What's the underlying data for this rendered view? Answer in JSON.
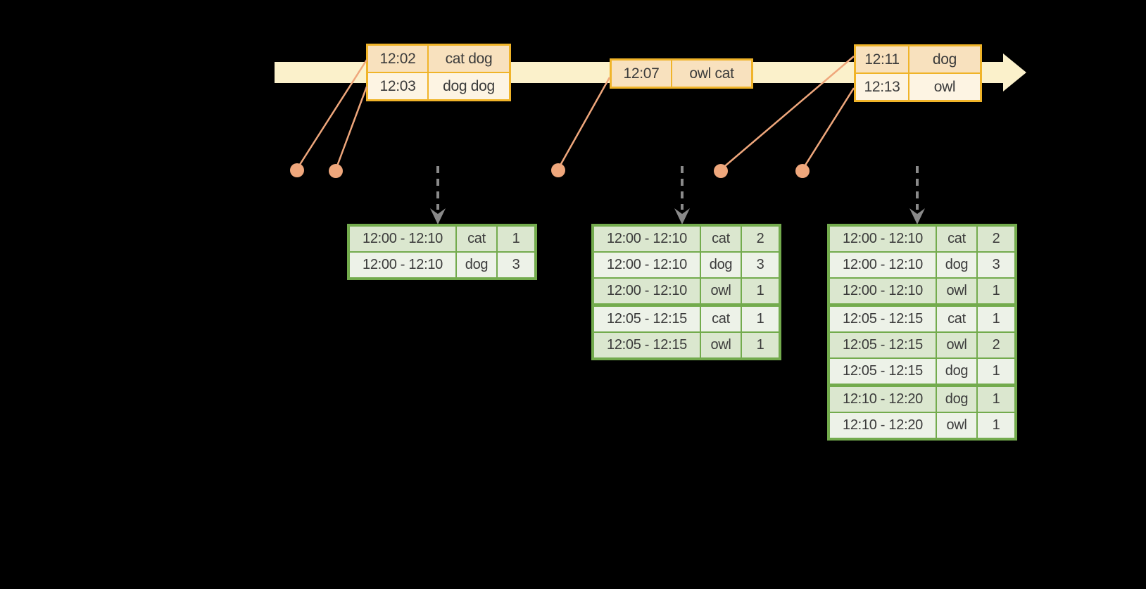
{
  "colors": {
    "background": "#000000",
    "timeline_fill": "#fbf1cb",
    "event_border": "#f0b429",
    "event_row_dark": "#f8e1be",
    "event_row_light": "#fdf4e3",
    "marker": "#efa77c",
    "result_border": "#73ab4d",
    "result_row_dark": "#dbe7cf",
    "result_row_light": "#edf2e8",
    "trigger_arrow": "#8a8a8a",
    "text": "#3b3b3b"
  },
  "event_stream": {
    "tables": [
      {
        "rows": [
          {
            "time": "12:02",
            "words": "cat dog"
          },
          {
            "time": "12:03",
            "words": "dog dog"
          }
        ]
      },
      {
        "rows": [
          {
            "time": "12:07",
            "words": "owl cat"
          }
        ]
      },
      {
        "rows": [
          {
            "time": "12:11",
            "words": "dog"
          },
          {
            "time": "12:13",
            "words": "owl"
          }
        ]
      }
    ]
  },
  "result_tables": [
    {
      "rows": [
        {
          "window": "12:00 - 12:10",
          "word": "cat",
          "count": "1"
        },
        {
          "window": "12:00 - 12:10",
          "word": "dog",
          "count": "3"
        }
      ]
    },
    {
      "rows": [
        {
          "window": "12:00 - 12:10",
          "word": "cat",
          "count": "2"
        },
        {
          "window": "12:00 - 12:10",
          "word": "dog",
          "count": "3"
        },
        {
          "window": "12:00 - 12:10",
          "word": "owl",
          "count": "1"
        },
        {
          "window": "12:05 - 12:15",
          "word": "cat",
          "count": "1"
        },
        {
          "window": "12:05 - 12:15",
          "word": "owl",
          "count": "1"
        }
      ]
    },
    {
      "rows": [
        {
          "window": "12:00 - 12:10",
          "word": "cat",
          "count": "2"
        },
        {
          "window": "12:00 - 12:10",
          "word": "dog",
          "count": "3"
        },
        {
          "window": "12:00 - 12:10",
          "word": "owl",
          "count": "1"
        },
        {
          "window": "12:05 - 12:15",
          "word": "cat",
          "count": "1"
        },
        {
          "window": "12:05 - 12:15",
          "word": "owl",
          "count": "2"
        },
        {
          "window": "12:05 - 12:15",
          "word": "dog",
          "count": "1"
        },
        {
          "window": "12:10 - 12:20",
          "word": "dog",
          "count": "1"
        },
        {
          "window": "12:10 - 12:20",
          "word": "owl",
          "count": "1"
        }
      ]
    }
  ]
}
